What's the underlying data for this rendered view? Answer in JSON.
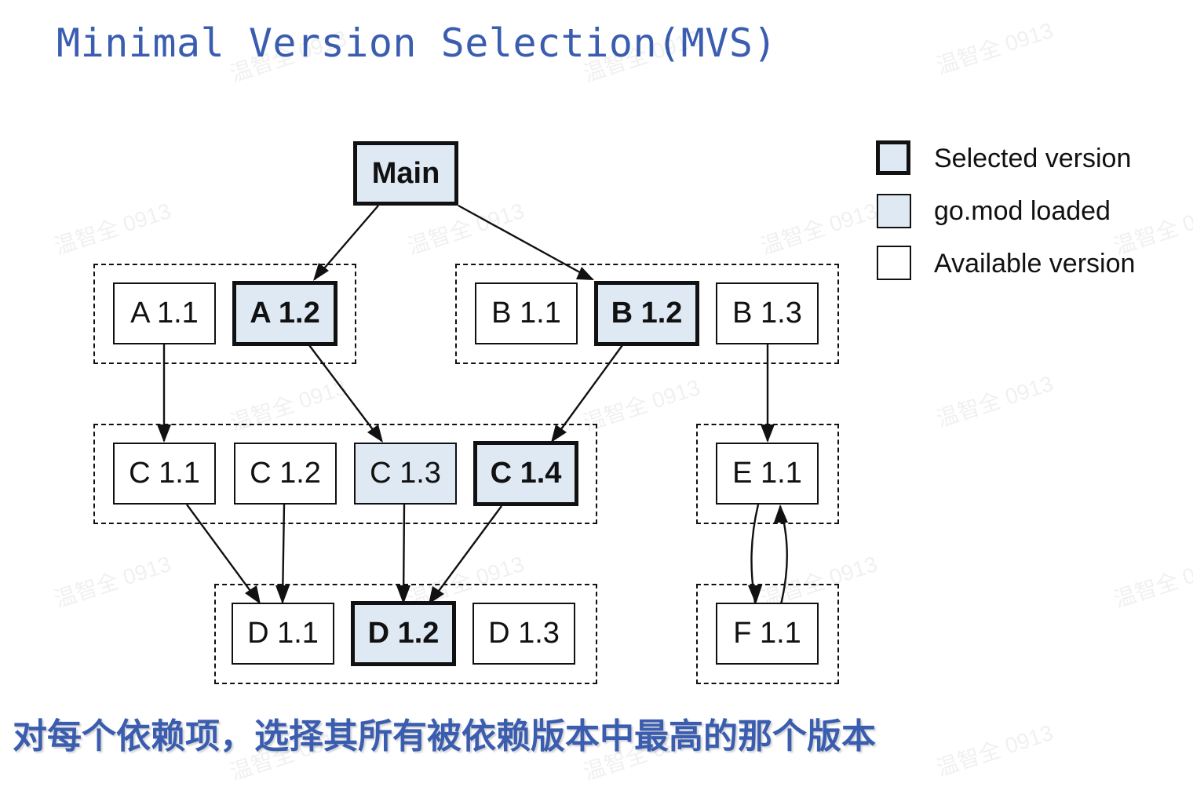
{
  "title": "Minimal Version Selection(MVS)",
  "subtitle": "对每个依赖项，选择其所有被依赖版本中最高的那个版本",
  "watermark_text": "温智全 0913",
  "colors": {
    "title": "#3a5db0",
    "loaded_fill": "#dfe9f4",
    "stroke": "#111111"
  },
  "legend": [
    {
      "state": "selected",
      "label": "Selected version"
    },
    {
      "state": "loaded",
      "label": "go.mod loaded"
    },
    {
      "state": "available",
      "label": "Available version"
    }
  ],
  "nodes": {
    "main": {
      "label": "Main",
      "state": "selected"
    },
    "a11": {
      "label": "A 1.1",
      "state": "available"
    },
    "a12": {
      "label": "A 1.2",
      "state": "selected"
    },
    "b11": {
      "label": "B 1.1",
      "state": "available"
    },
    "b12": {
      "label": "B 1.2",
      "state": "selected"
    },
    "b13": {
      "label": "B 1.3",
      "state": "available"
    },
    "c11": {
      "label": "C 1.1",
      "state": "available"
    },
    "c12": {
      "label": "C 1.2",
      "state": "available"
    },
    "c13": {
      "label": "C 1.3",
      "state": "loaded"
    },
    "c14": {
      "label": "C 1.4",
      "state": "selected"
    },
    "e11": {
      "label": "E 1.1",
      "state": "available"
    },
    "d11": {
      "label": "D 1.1",
      "state": "available"
    },
    "d12": {
      "label": "D 1.2",
      "state": "selected"
    },
    "d13": {
      "label": "D 1.3",
      "state": "available"
    },
    "f11": {
      "label": "F 1.1",
      "state": "available"
    }
  },
  "groups": [
    "A",
    "B",
    "C",
    "E",
    "D",
    "F"
  ],
  "edges": [
    {
      "from": "Main",
      "to": "A 1.2"
    },
    {
      "from": "Main",
      "to": "B 1.2"
    },
    {
      "from": "A 1.1",
      "to": "C 1.1"
    },
    {
      "from": "A 1.2",
      "to": "C 1.3"
    },
    {
      "from": "B 1.2",
      "to": "C 1.4"
    },
    {
      "from": "B 1.3",
      "to": "E 1.1"
    },
    {
      "from": "C 1.1",
      "to": "D 1.1"
    },
    {
      "from": "C 1.2",
      "to": "D 1.1"
    },
    {
      "from": "C 1.3",
      "to": "D 1.2"
    },
    {
      "from": "C 1.4",
      "to": "D 1.2"
    },
    {
      "from": "E 1.1",
      "to": "F 1.1"
    },
    {
      "from": "F 1.1",
      "to": "E 1.1"
    }
  ]
}
